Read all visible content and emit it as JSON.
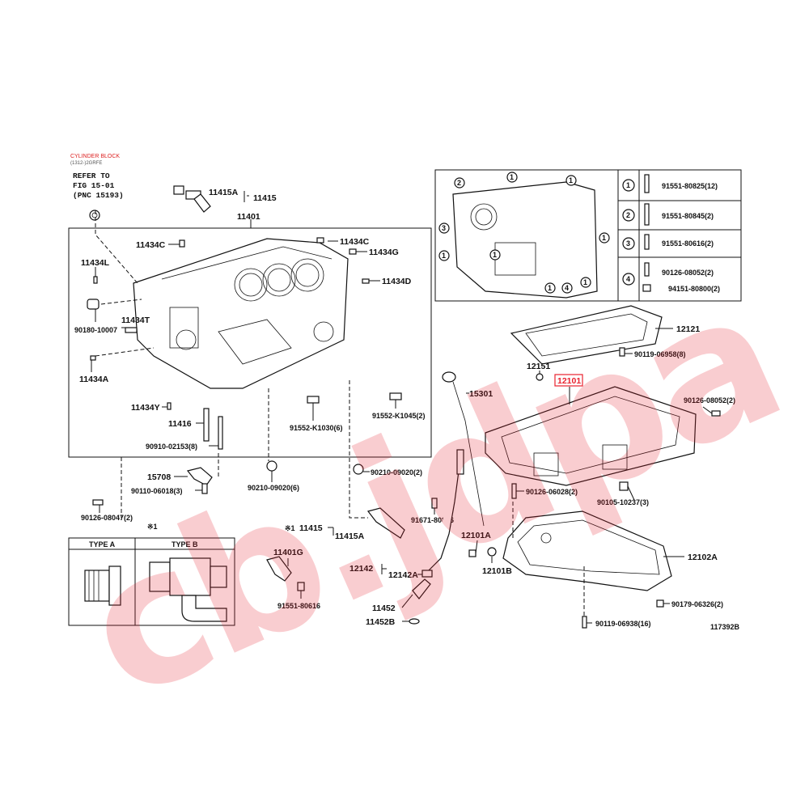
{
  "header": {
    "title": "CYLINDER BLOCK",
    "subtitle": "(1312-)2GRFE",
    "refer_line1": "REFER TO",
    "refer_line2": "FIG 15-01",
    "refer_line3": "(PNC 15193)"
  },
  "legend": [
    {
      "num": "1",
      "part": "91551-80825(12)"
    },
    {
      "num": "2",
      "part": "91551-80845(2)"
    },
    {
      "num": "3",
      "part": "91551-80616(2)"
    },
    {
      "num": "4",
      "part": "90126-08052(2)",
      "part2": "94151-80800(2)"
    }
  ],
  "labels": {
    "p11415A": "11415A",
    "p11415": "11415",
    "p11401": "11401",
    "p11434C_a": "11434C",
    "p11434C_b": "11434C",
    "p11434G": "11434G",
    "p11434L": "11434L",
    "p11434D": "11434D",
    "p90180": "90180-10007",
    "p11434T": "11434T",
    "p11434A": "11434A",
    "p11434Y": "11434Y",
    "p11416": "11416",
    "p90910": "90910-02153(8)",
    "p91552a": "91552-K1030(6)",
    "p91552b": "91552-K1045(2)",
    "p15708": "15708",
    "p90110": "90110-06018(3)",
    "p90210a": "90210-09020(6)",
    "p90210b": "90210-09020(2)",
    "p90126c": "90126-08047(2)",
    "p91671": "91671-80816",
    "p11415b": "11415",
    "p11415Ab": "11415A",
    "p11401G": "11401G",
    "p91551": "91551-80616",
    "p15301": "15301",
    "p12121": "12121",
    "p90119a": "90119-06958(8)",
    "p12151": "12151",
    "p12101": "12101",
    "p90126a": "90126-08052(2)",
    "p90126b": "90126-06028(2)",
    "p90105": "90105-10237(3)",
    "p12101A": "12101A",
    "p12101B": "12101B",
    "p12102A": "12102A",
    "p12142": "12142",
    "p12142A": "12142A",
    "p11452": "11452",
    "p11452B": "11452B",
    "p90179": "90179-06326(2)",
    "p90119b": "90119-06938(16)",
    "diagram_id": "117392B",
    "note_mark_a": "※1",
    "note_mark_b": "※1"
  },
  "types": {
    "type_a": "TYPE A",
    "type_b": "TYPE B"
  },
  "watermark": {
    "text": "cb.jdpa",
    "color": "#e8222e"
  },
  "colors": {
    "highlight": "#e8222e",
    "line": "#111111"
  }
}
